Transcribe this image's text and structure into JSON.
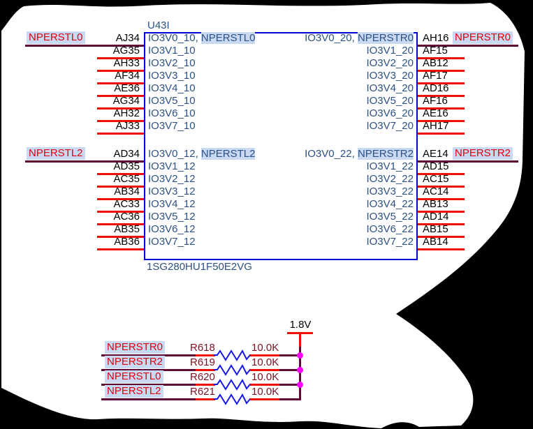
{
  "colors": {
    "wire_red": "#ee1000",
    "wire_dark": "#600a38",
    "box_blue": "#0000d4",
    "pin_name_blue": "#2d5185",
    "net_label_red": "#e4000c",
    "highlight_blue": "#c9d9f2",
    "junction_magenta": "#ff00ff",
    "resistor_text_maroon": "#7d1020",
    "resistor_zigzag_blue": "#1818e0"
  },
  "component": {
    "refdes": "U43I",
    "part_number": "1SG280HU1F50E2VG",
    "separator": ", ",
    "left_groups": [
      {
        "net_label": "NPERSTL0",
        "pins": [
          {
            "number": "AJ34",
            "name": "IO3V0_10",
            "net": "NPERSTL0"
          },
          {
            "number": "AG35",
            "name": "IO3V1_10"
          },
          {
            "number": "AH33",
            "name": "IO3V2_10"
          },
          {
            "number": "AF34",
            "name": "IO3V3_10"
          },
          {
            "number": "AE36",
            "name": "IO3V4_10"
          },
          {
            "number": "AG34",
            "name": "IO3V5_10"
          },
          {
            "number": "AH32",
            "name": "IO3V6_10"
          },
          {
            "number": "AJ33",
            "name": "IO3V7_10"
          }
        ]
      },
      {
        "net_label": "NPERSTL2",
        "pins": [
          {
            "number": "AD34",
            "name": "IO3V0_12",
            "net": "NPERSTL2"
          },
          {
            "number": "AD35",
            "name": "IO3V1_12"
          },
          {
            "number": "AC35",
            "name": "IO3V2_12"
          },
          {
            "number": "AB34",
            "name": "IO3V3_12"
          },
          {
            "number": "AC33",
            "name": "IO3V4_12"
          },
          {
            "number": "AC36",
            "name": "IO3V5_12"
          },
          {
            "number": "AB35",
            "name": "IO3V6_12"
          },
          {
            "number": "AB36",
            "name": "IO3V7_12"
          }
        ]
      }
    ],
    "right_groups": [
      {
        "net_label": "NPERSTR0",
        "pins": [
          {
            "number": "AH16",
            "name": "IO3V0_20",
            "net": "NPERSTR0"
          },
          {
            "number": "AF15",
            "name": "IO3V1_20"
          },
          {
            "number": "AB12",
            "name": "IO3V2_20"
          },
          {
            "number": "AF17",
            "name": "IO3V3_20"
          },
          {
            "number": "AD16",
            "name": "IO3V4_20"
          },
          {
            "number": "AF16",
            "name": "IO3V5_20"
          },
          {
            "number": "AE16",
            "name": "IO3V6_20"
          },
          {
            "number": "AH17",
            "name": "IO3V7_20"
          }
        ]
      },
      {
        "net_label": "NPERSTR2",
        "pins": [
          {
            "number": "AE14",
            "name": "IO3V0_22",
            "net": "NPERSTR2"
          },
          {
            "number": "AD15",
            "name": "IO3V1_22"
          },
          {
            "number": "AC15",
            "name": "IO3V2_22"
          },
          {
            "number": "AC14",
            "name": "IO3V3_22"
          },
          {
            "number": "AB13",
            "name": "IO3V4_22"
          },
          {
            "number": "AD14",
            "name": "IO3V5_22"
          },
          {
            "number": "AB15",
            "name": "IO3V6_22"
          },
          {
            "number": "AB14",
            "name": "IO3V7_22"
          }
        ]
      }
    ]
  },
  "pullups": {
    "supply": "1.8V",
    "rows": [
      {
        "net": "NPERSTR0",
        "ref": "R618",
        "value": "10.0K"
      },
      {
        "net": "NPERSTR2",
        "ref": "R619",
        "value": "10.0K"
      },
      {
        "net": "NPERSTL0",
        "ref": "R620",
        "value": "10.0K"
      },
      {
        "net": "NPERSTL2",
        "ref": "R621",
        "value": "10.0K"
      }
    ]
  }
}
